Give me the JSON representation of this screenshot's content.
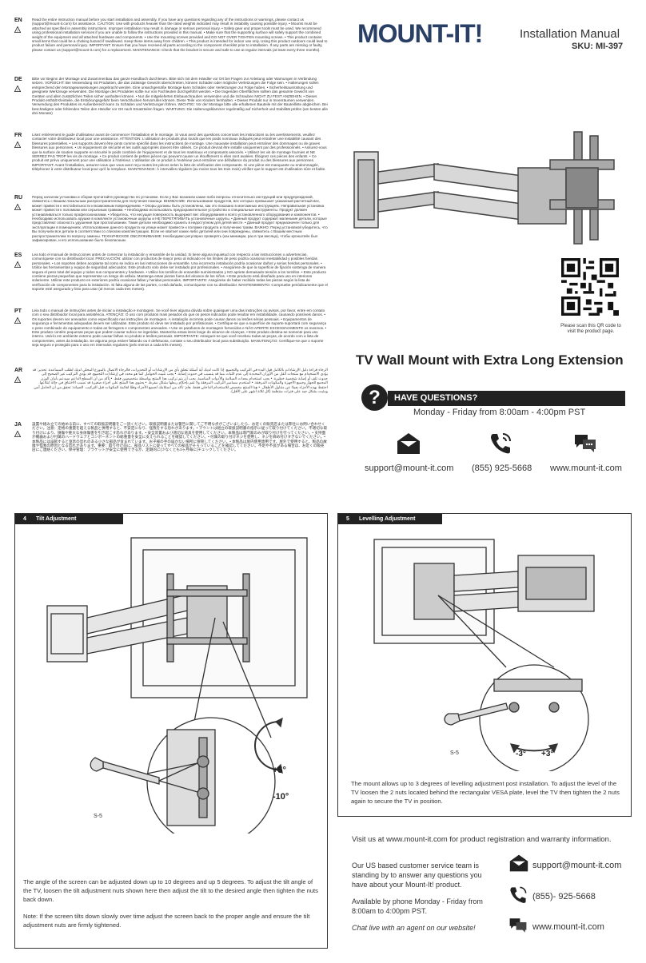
{
  "header": {
    "brand": "MOUNT-IT!",
    "doc_title": "Installation Manual",
    "sku": "SKU: MI-397"
  },
  "qr": {
    "caption": "Please scan this QR code to visit the product page."
  },
  "product_title": "TV Wall Mount with Extra Long Extension",
  "questions": {
    "heading": "HAVE QUESTIONS?",
    "badge": "?",
    "hours": "Monday - Friday from 8:00am - 4:00pm PST",
    "email": "support@mount-it.com",
    "phone": "(855) 925-5668",
    "website": "www.mount-it.com"
  },
  "languages": [
    {
      "code": "EN",
      "text": "Read the entire instruction manual before you start installation and assembly. If you have any questions regarding any of the instructions or warnings, please contact us (support@mount-it.com) for assistance. CAUTION: Use with products heavier than the rated weights indicated may result in instability causing possible injury. • Mounts must be attached as specified in assembly instructions. Improper installation may result in damage or serious personal injury. • Safety gear and proper tools must be used. We recommend using professional installation services if you are unable to follow the instructions provided in this manual. • Make sure that the supporting surface will safely support the combined weight of the equipment and all attached hardware and components. • Use the mounting screws provided and DO NOT OVER TIGHTEN mounting screws. • This product contains small items that could be a choking hazard if swallowed. Keep these items away from children. • This product is intended for indoor use only. Using this product outdoors could lead to product failure and personal injury. IMPORTANT: Ensure that you have received all parts according to the component checklist prior to installation. If any parts are missing or faulty, please contact us (support@mount-it.com) for a replacement. MAINTENANCE: Check that the bracket is secure and safe to use at regular intervals (at least every three months)."
    },
    {
      "code": "DE",
      "text": "Bitte vor Beginn der Montage und Zusammenbau das ganze Handbuch durchlesen. Bitte sich mit dem Händler vor Ort bei Fragen zur Anleitung oder Warnungen in Verbindung setzen. VORSICHT: Bei Verwendung mit Produkten, die das zulässige Gewicht überschreiten, können Schäden oder mögliche Verletzungen die Folge sein. • Halterungen sollen entsprechend den Montageanweisungen angebracht werden. Eine unsachgemäße Montage kann Schäden oder Verletzungen zur Folge haben. • Sicherheitsausrüstung und geeignete Werkzeuge verwenden. Die Montage des Produktes sollte nur von Fachleuten durchgeführt werden. • Die tragenden Oberflächen sollten das gesamte Gewicht von Geräten und allen zusätzlichen Teilen sicher aushalten können. • Nur die mitgelieferten Einbauschrauben verwenden und die Schrauben NICHT ZU FEST ANZIEHEN. • Dieses Produkt enthält Kleinteile, die Erstickungsgefahr beim Verschlucken hervorrufen können. Diese Teile von Kindern fernhalten. • Dieses Produkt nur in Innenräumen verwenden. Verwendung des Produktes im Außenbereich kann zu Schäden und Verletzungen führen. WICHTIG: Vor der Montage bitte alle erhaltenen Bauteile mit der Bauteilliste abgleichen. Bei beschädigten oder fehlenden Teilen den Händler vor Ort nach Ersatzteilen fragen. WARTUNG: Die Halterungsklammer regelmäßig auf Sicherheit und Stabilität prüfen (am besten alle drei Monate)"
    },
    {
      "code": "FR",
      "text": "Lisez entièrement le guide d’utilisateur avant de commencer l’installation et le montage. Si vous avez des questions concernant les instructions ou les avertissements, veuillez contacter votre distributeur local pour une assistance. ATTENTION: L’utilisation de produits plus lourds que les poids nominaux indiqués peut entraîner une instabilité causant des blessures potentielles. • Les supports doivent être joints comme spécifié dans les instructions de montage. Une mauvaise installation peut entraîner des dommages ou de graves blessures aux personnes. • Un équipement de sécurité et les outils appropriés doivent être utilisés. Ce produit devrait être installé uniquement par des professionnels. • Assurez-vous que la surface de soutien supporte en sécurité le poids combiné de l’équipement et de tous les matériaux et composants associés. • Utilisez les vis de montage fournies et NE SERREZ PAS TROP les vis de montage. • Ce produit contient de petites pièces qui peuvent causer un étouffement si elles sont avalées. Éloignez ces pièces des enfants. • Ce produit est prévu uniquement pour une utilisation à l’intérieur. L’utilisation de ce produit à l’extérieur peut entraîner une défaillance du produit ou des blessures aux personnes. IMPORTANT: Avant l’installation, assurez-vous que vous avez reçu toutes les pièces selon la liste de vérification des composants. Si une pièce est manquante ou endommagée, téléphonez à votre distributeur local pour qu’il la remplace. MAINTENANCE: À intervalles réguliers (au moins tous les trois mois) vérifiez que le support est d’utilisation sûre et fiable."
    },
    {
      "code": "RU",
      "text": "Перед началом установки и сборки прочитайте руководство по установке. Если у Вас возникли какие-либо вопросы относительно инструкций или предупреждений, свяжитесь с Вашим локальным распространителем для получения помощи. ВНИМАНИЕ: Использование продуктов, вес которых превышает указанный расчетный вес, может привести к нестабильности и возможным повреждениям. • Опоры должны быть установлены, как это показано в монтажных инструкциях. Неправильная установка может привести к поломкам или серьезным травмам. • Необходимо использовать предохранительное устройство и специальные инструменты. Продукт должен устанавливаться только профессионалами. • Убедитесь, что несущая поверхность выдержит вес оборудования и всего установленного оборудования и компонентов. • Необходимо использовать крушке в комплекте установочные шурупы и НЕ ПЕРЕТЯГИВАТЬ установочные шурупы. • Данный продукт содержит маленькие детали, которые представляют опасность удушения при проглатывании. Такие детали необходимо хранить в недоступном для детей месте. • Данный продукт предназначен только для эксплуатации в помещениях. Использование данного продукта на улице может привести к поломке продукта и получению травм. ВАЖНО: Перед установкой убедитесь, что Вы получили все детали в соответствии со списком комплектующих. Если не хватает каких-либо деталей или они повреждены, свяжитесь с Вашим местным распространителем по вопросу замены. ТЕХНИЧЕСКОЕ ОБСЛУЖИВАНИЕ: Необходимо регулярно проверять (как минимум, раз в три месяца), чтобы кронштейн был зафиксирован, и его использование было безопасным."
    },
    {
      "code": "ES",
      "text": "Lea todo el manual de instrucciones antes de comenzar la instalación y ensamble de la unidad. Si tiene alguna inquietud con respecto a las instrucciones o advertencias, comuníquese con su distribuidor local. PRECAUCIÓN: utilizar con productos de mayor peso al indicado en los límites de peso podría ocasionar inestabilidad y posibles heridas personales. • Los soportes deben acoplarse tal como se indica en las instrucciones de ensamble. Una incorrecta instalación podría ocasionar daños y serias heridas personales. • Utilice las herramientas y equipo de seguridad adecuados. Este producto solo debe ser instalado por profesionales. • Asegúrese de que la superficie de fijación sostenga de manera segura el peso total del equipo y todos sus componentes y hardware. • Utilice los tornillos de ensamble suministrados y NO apriete demasiado tensión a los tornillos. • Este producto contiene piezas pequeñas que representan un riesgo de asfixia. Mantenga estas piezas fuera del alcance de los niños. • Este producto está diseñado para uso en interiores solamente. Utilizar este producto en exteriores podría ocasionar fallas y heridas personales. IMPORTANTE: Asegúrese de haber recibido todas las piezas según la lista de verificación de componentes para la instalación. Si falta alguna de las partes, o está dañada, comuníquese con su distribuidor. MANTENIMIENTO: Compruebe periódicamente que el soporte esté asegurado y listo para usar (al menos cada tres meses)."
    },
    {
      "code": "PT",
      "text": "Leia todo o manual de instruções antes de iniciar a instalação e montagem. Se você tiver alguma dúvida sobre quaisquer uma das instruções ou avisos, por favor, entre em contato com o seu distribuidor local para assistência. ATENÇÃO: O uso com produtos mais pesados do que os pesos indicados pode resultar em instabilidade, causando possíveis danos. • Os suportes devem ser anexados como especificado nas instruções de montagem. A instalação incorreta pode causar danos ou lesões sérias pessoais. • Equipamentos de segurança e ferramentas adequadas devem ser utilizadas. Este produto só deve ser instalado por profissionais. • Certifique-se que a superfície de suporte suportará com segurança o peso combinado do equipamento e todas as ferragens e componentes anexados. • Use os parafusos de montagem fornecidos e NÃO APERTE EXCESSIVAMENTE os mesmos. • Este produto contém pequenas peças que podem causar sufoco se ingeridas. Mantenha essas itens longe do alcance de crianças. • Este produto destina-se somente para uso interno. Usá-lo em ambiente externo pode causar falhas no produto e lesões pessoais. IMPORTANTE: Assegure-se que você recebeu todas as peças, de acordo com a lista de componentes, antes da instalação. Se alguma peça estiver faltando ou é defeituosa, contate o seu distribuidor local para substituição. MANUTENÇÃO: Certifique-se que o suporte seja seguro e protegido para o uso em intervalos regulares (pelo menos a cada três meses)."
    },
    {
      "code": "AR",
      "text": "الرجاء قراءة دليل الإرشادات بالكامل قبل البدء في التركيب والتجميع. إذا كانت لديك أية أسئلة تتعلق بأي من الإرشادات أو التحذيرات، فالرجاء الاتصال بالموزع المحلي لديك لطلب المساعدة. تحذير: قد يؤدي الاستخدام مع منتجات أثقل من الأوزان المحددة إلى عدم الثبات مما قد يتسبب في حدوث إصابة. • يجب تثبيت الحوامل كما هو محدد في إرشادات التجميع. قد يؤدي التركيب غير الصحيح إلى حدوث تلف أو إصابة شخصية خطيرة. • يجب استخدام معدات السلامة والأدوات المناسبة. يجب أن يتم تركيب هذا المنتج بواسطة متخصصين فقط. • تأكد من أن السطح الداعم سيدعم بأمان الوزن المجمع للجهاز وجميع الأجهزة والمكونات المرفقة. • استخدم مسامير التركيب المرفقة ولا تقم بإحكام ربطها بشكل مفرط. • يحتوي هذا المنتج على أجزاء صغيرة قد تسبب الاختناق في حالة ابتلاعها. احتفظ بهذه الأجزاء بعيدًا عن متناول الأطفال. • هذا المنتج مخصص للاستخدام الداخلي فقط. هام: تأكد من استلامك لجميع الأجزاء وفقًا لقائمة المكونات قبل التركيب. الصيانة: تحقق من أن الحامل آمن ومثبت بشكل جيد على فترات منتظمة (كل ثلاثة أشهر على الأقل)."
    },
    {
      "code": "JA",
      "text": "設置や組み立ての始める前に、すべての取扱説明書をご一読ください。取扱説明書または警告に関してご不明な点がございましたら、お近くの販売店または弊社にお問い合わせください。注意：定格の重量を超える製品と併用すると、不安定になり、怪我をする恐れがあります。• マウントは組立の取扱説明書の指示に従って取り付けてください。不適切な取り付けにより、損傷や重大な身体傷害を引き起こす恐れがあります。• 安全装置および適切な道具を使用してください。本製品は専門家のみが取り付けを行ってください。• 支持面が機器および付属のハードウェアとコンポーネントの総重量を安全に支えられることを確認してください。• 付属の取り付けネジを使用し、ネジを締め付けすぎないでください。• 本製品には誤飲すると窒息の恐れのある小さな部品が含まれています。お子様の手の届かない場所に保管してください。• 本製品は屋内使用専用です。屋外で使用すると、製品の故障や怪我の原因となる恐れがあります。重要：取り付け前に、部品リストに従ってすべての部品がそろっていることを確認してください。不足や不良がある場合は、お近くの販売店にご連絡ください。保守管理：ブラケットが安全に使用できるか、定期的に(少なくとも3ヶ月毎に)チェックしてください。"
    }
  ],
  "step4": {
    "number": "4",
    "title": "Tilt Adjustment",
    "plus": "+5°",
    "minus": "-10°",
    "tool": "S-5",
    "description": "The angle of the screen can be adjusted down up to 10 degrees and up 5 degrees. To adjust the tilt angle of the TV, loosen the tilt adjustment nuts shown here then adjust the tilt to the desired angle then tighten the nuts back down.",
    "note": "Note: If the screen tilts down slowly over time adjust the screen back to the proper angle and ensure the tilt adjustment nuts are firmly tightened."
  },
  "step5": {
    "number": "5",
    "title": "Levelling Adjustment",
    "minus": "-3°",
    "plus": "+3°",
    "tool": "S-5",
    "description": "The mount allows up to 3 degrees of levelling adjustment post installation. To adjust the level of the TV loosen the 2 nuts located behind the rectangular VESA plate, level the TV then tighten the 2 nuts again to secure the TV in position."
  },
  "footer": {
    "visit": "Visit us at www.mount-it.com for product registration and warranty information.",
    "service": "Our US based customer service team is standing by to answer any questions you have about your Mount-It! product.",
    "phone_hours": "Available by phone Monday - Friday from 8:00am to 4:00pm PST.",
    "chat": "Chat live with an agent on our website!",
    "email": "support@mount-it.com",
    "phone": "(855)- 925-5668",
    "website": "www.mount-it.com"
  }
}
